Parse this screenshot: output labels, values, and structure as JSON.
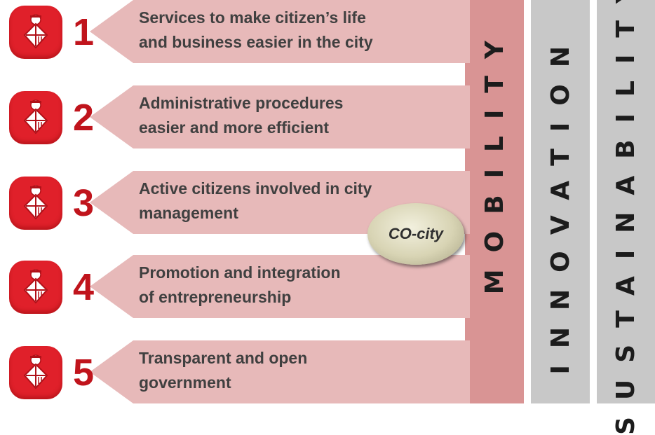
{
  "colors": {
    "arrow_fill": "#e7b9b9",
    "number": "#c0141c",
    "logo_red": "#e0202a",
    "mobility_column": "#d99494",
    "grey_columns": "#c8c8c8",
    "text": "#404040"
  },
  "items": [
    {
      "number": "1",
      "label_lines": [
        "Services to make citizen’s life",
        "and business easier in the city"
      ],
      "logo_icon": "barcelona-shield-icon"
    },
    {
      "number": "2",
      "label_lines": [
        "Administrative procedures",
        "easier and more efficient"
      ],
      "logo_icon": "barcelona-shield-icon"
    },
    {
      "number": "3",
      "label_lines": [
        "Active citizens involved in city",
        "management"
      ],
      "logo_icon": "barcelona-shield-icon"
    },
    {
      "number": "4",
      "label_lines": [
        "Promotion and integration",
        "of entrepreneurship"
      ],
      "logo_icon": "barcelona-shield-icon"
    },
    {
      "number": "5",
      "label_lines": [
        "Transparent and open",
        "government"
      ],
      "logo_icon": "barcelona-shield-icon"
    }
  ],
  "columns": {
    "mobility": "MOBILITY",
    "innovation": "INNOVATION",
    "sustainability": "SUSTAINABILITY"
  },
  "badge": {
    "label": "CO-city"
  }
}
